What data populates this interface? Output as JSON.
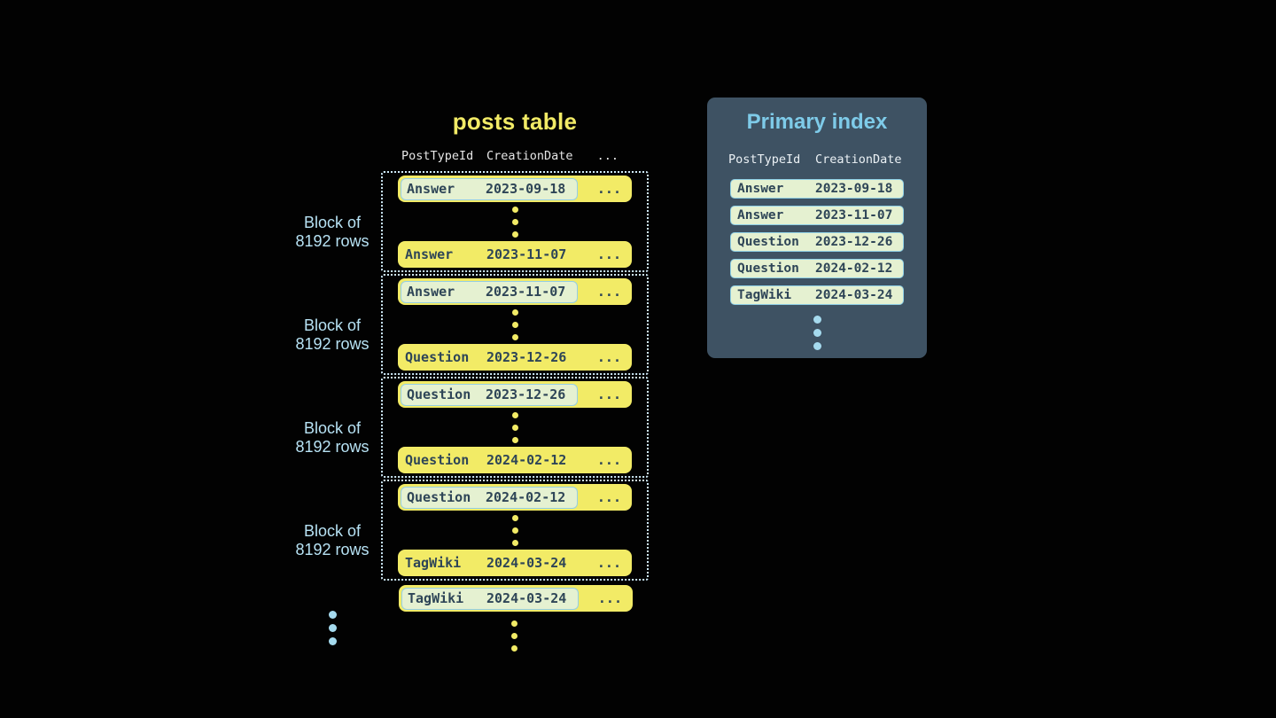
{
  "posts_table": {
    "title": "posts table",
    "columns": {
      "col1": "PostTypeId",
      "col2": "CreationDate",
      "col3": "..."
    },
    "block_label": {
      "line1": "Block of",
      "line2": "8192 rows"
    },
    "ellipsis": "...",
    "blocks": [
      {
        "first_row": {
          "post_type": "Answer",
          "creation_date": "2023-09-18"
        },
        "last_row": {
          "post_type": "Answer",
          "creation_date": "2023-11-07"
        }
      },
      {
        "first_row": {
          "post_type": "Answer",
          "creation_date": "2023-11-07"
        },
        "last_row": {
          "post_type": "Question",
          "creation_date": "2023-12-26"
        }
      },
      {
        "first_row": {
          "post_type": "Question",
          "creation_date": "2023-12-26"
        },
        "last_row": {
          "post_type": "Question",
          "creation_date": "2024-02-12"
        }
      },
      {
        "first_row": {
          "post_type": "Question",
          "creation_date": "2024-02-12"
        },
        "last_row": {
          "post_type": "TagWiki",
          "creation_date": "2024-03-24"
        }
      }
    ],
    "overflow_row": {
      "post_type": "TagWiki",
      "creation_date": "2024-03-24"
    }
  },
  "primary_index": {
    "title": "Primary index",
    "columns": {
      "col1": "PostTypeId",
      "col2": "CreationDate"
    },
    "rows": [
      {
        "post_type": "Answer",
        "creation_date": "2023-09-18"
      },
      {
        "post_type": "Answer",
        "creation_date": "2023-11-07"
      },
      {
        "post_type": "Question",
        "creation_date": "2023-12-26"
      },
      {
        "post_type": "Question",
        "creation_date": "2024-02-12"
      },
      {
        "post_type": "TagWiki",
        "creation_date": "2024-03-24"
      }
    ]
  },
  "colors": {
    "background": "#020202",
    "accent_yellow": "#f2eb66",
    "accent_blue": "#a5daee",
    "dotted_border_blue": "#cfeaf8",
    "panel_background": "#3e5263",
    "panel_title_blue": "#7ecbe9",
    "highlight_green": "#e5f1d1",
    "highlight_border_blue": "#94cee4",
    "dark_text": "#2e4557"
  }
}
